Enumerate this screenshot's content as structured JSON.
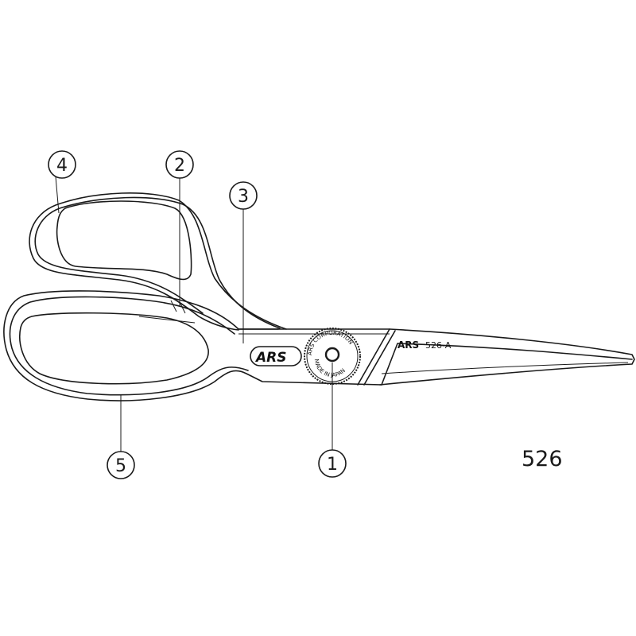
{
  "model_number": "526",
  "blade_marking": {
    "brand": "ARS",
    "model": "526-A"
  },
  "pivot_text": {
    "top": "ARS CORPORATION",
    "bottom": "MADE IN JAPAN"
  },
  "logo": "ARS",
  "callouts": [
    {
      "label": "1"
    },
    {
      "label": "2"
    },
    {
      "label": "3"
    },
    {
      "label": "4"
    },
    {
      "label": "5"
    }
  ]
}
